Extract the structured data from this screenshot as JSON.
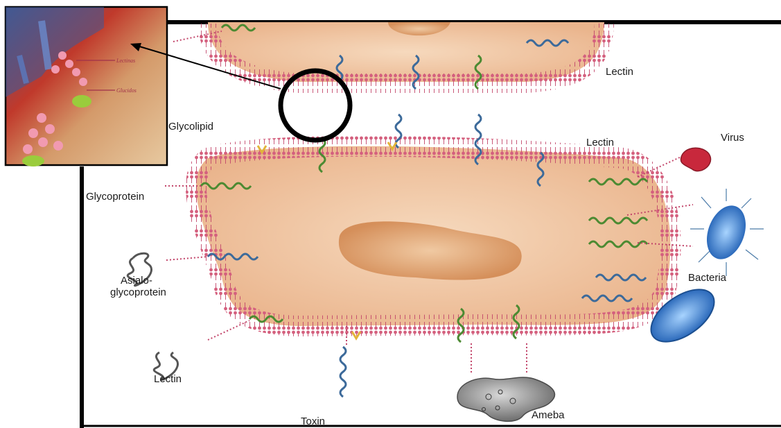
{
  "labels": {
    "glycolipid": "Glycolipid",
    "glycoprotein": "Glycoprotein",
    "asialo_1": "Asialo-",
    "asialo_2": "glycoprotein",
    "lectin_top": "Lectin",
    "lectin_mid": "Lectin",
    "lectin_bottom": "Lectin",
    "virus": "Virus",
    "bacteria": "Bacteria",
    "ameba": "Ameba",
    "toxin": "Toxin"
  },
  "inset": {
    "label_1": "Lectinas",
    "label_2": "Glucidos"
  },
  "colors": {
    "cytoplasm": "#f2c9a6",
    "nucleus": "#dd9a66",
    "lipid_head": "#c2456a",
    "lectin_blue": "#3c6a9a",
    "protein_green": "#4c8a32",
    "glycolipid_yellow": "#e2b43a",
    "virus_red": "#c8283c",
    "bacteria_blue": "#2a72c8",
    "ameba_grey": "#8a8a8a"
  }
}
